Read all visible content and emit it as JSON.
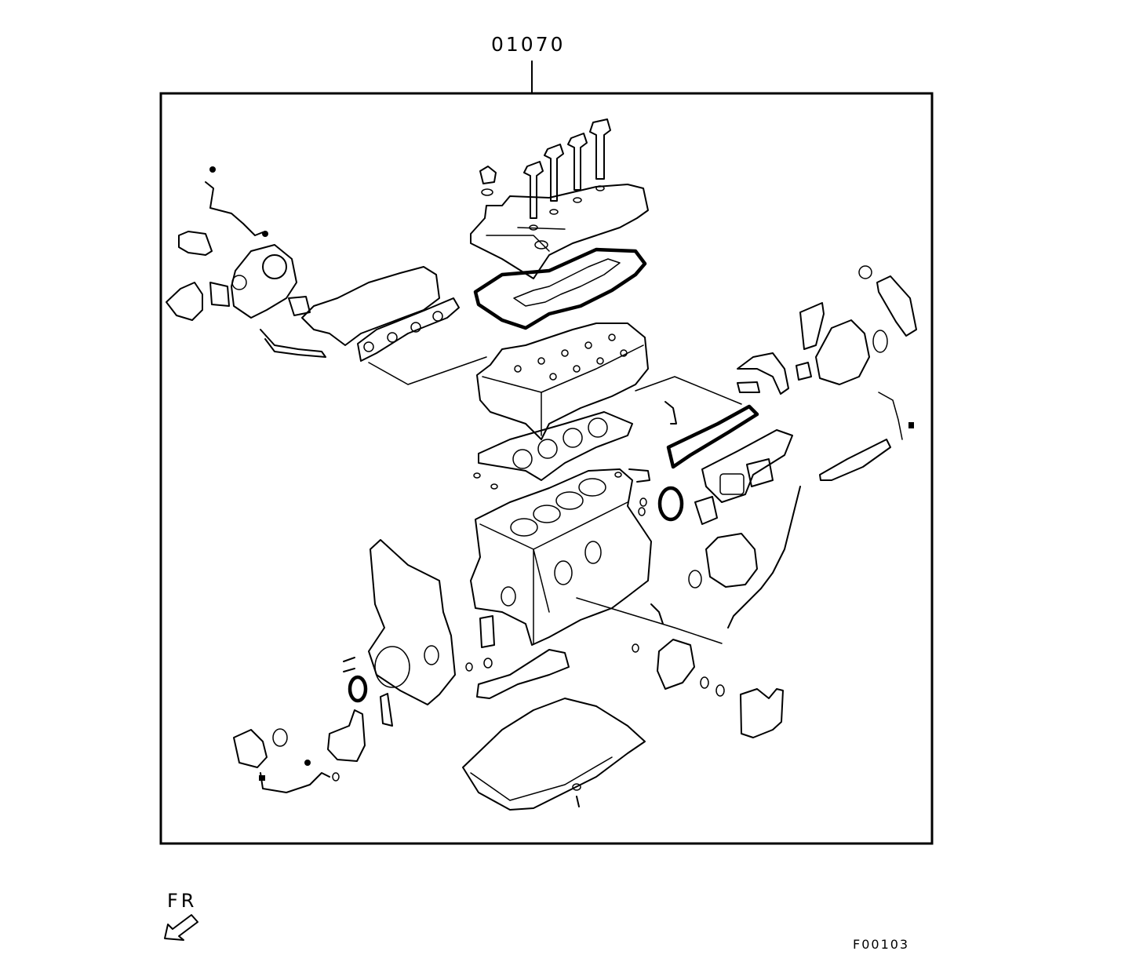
{
  "diagram": {
    "part_number": "01070",
    "direction_label": "FR",
    "figure_code": "F00103",
    "icons": {
      "direction_arrow": "front-direction-arrow-icon"
    }
  }
}
